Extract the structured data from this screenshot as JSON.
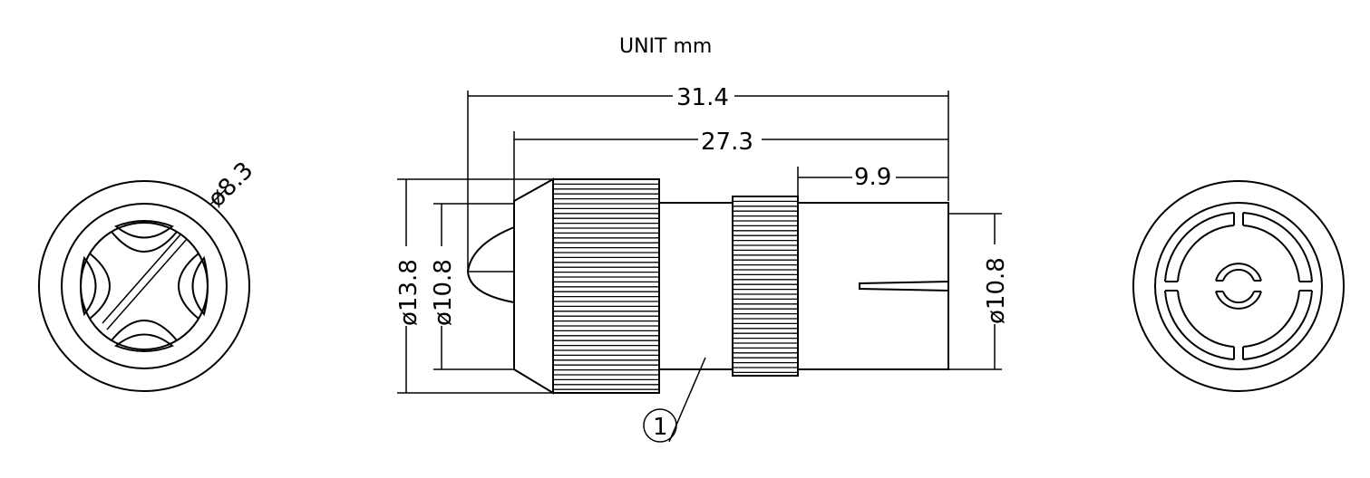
{
  "unit_label": "UNIT  mm",
  "dimensions": {
    "overall_length": "31.4",
    "body_length": "27.3",
    "rear_length": "9.9",
    "cap_diameter": "ø8.3",
    "outer_diameter": "ø13.8",
    "inner_diameter_front": "ø10.8",
    "inner_diameter_rear": "ø10.8"
  },
  "callout": "1"
}
